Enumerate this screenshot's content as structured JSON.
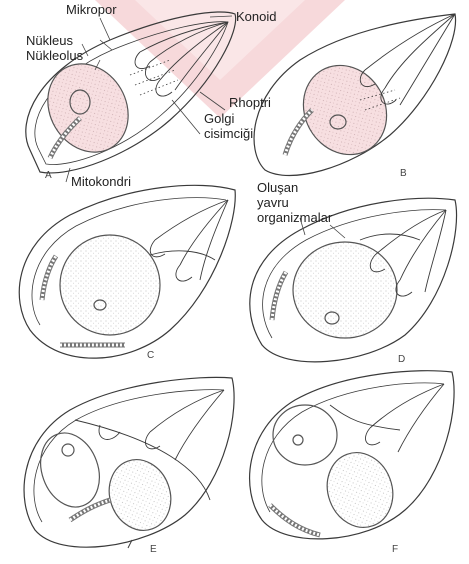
{
  "labels": {
    "mikropor": "Mikropor",
    "konoid": "Konoid",
    "nukleus": "Nükleus",
    "nukleolus": "Nükleolus",
    "rhoptri": "Rhoptri",
    "golgi": "Golgi",
    "cisimcigi": "cisimciği",
    "mitokondri": "Mitokondri",
    "olusan": "Oluşan",
    "yavru": "yavru",
    "organizmalar": "organizmalar"
  },
  "panels": [
    "A",
    "B",
    "C",
    "D",
    "E",
    "F"
  ],
  "colors": {
    "watermark": "#f1b9bd",
    "ink": "#3a3a3a",
    "stipple": "#c9c9c9"
  }
}
